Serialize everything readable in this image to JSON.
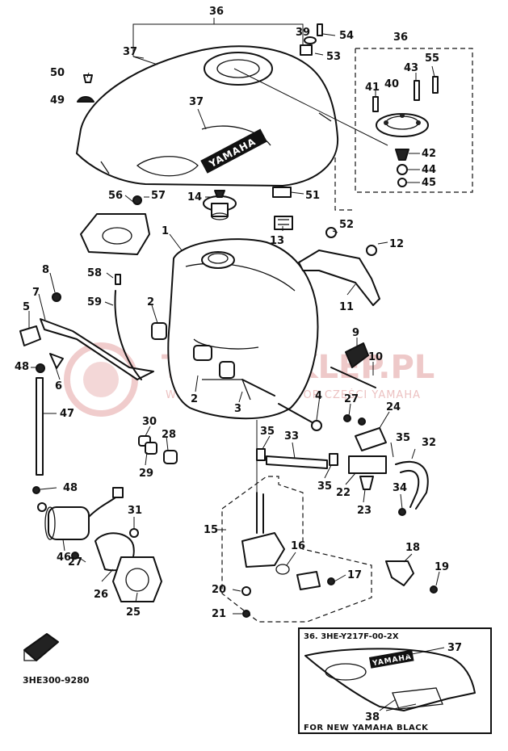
{
  "watermark": {
    "main": "TAKA-SKLEP.PL",
    "sub": "WYŁĄCZNY DYSTRYBUTOR CZĘŚCI YAMAHA"
  },
  "brand_mark": "YAMAHA",
  "callouts": [
    {
      "id": "c36a",
      "label": "36"
    },
    {
      "id": "c37a",
      "label": "37"
    },
    {
      "id": "c37b",
      "label": "37"
    },
    {
      "id": "c39",
      "label": "39"
    },
    {
      "id": "c54",
      "label": "54"
    },
    {
      "id": "c53",
      "label": "53"
    },
    {
      "id": "c50",
      "label": "50"
    },
    {
      "id": "c49",
      "label": "49"
    },
    {
      "id": "c36b",
      "label": "36"
    },
    {
      "id": "c43",
      "label": "43"
    },
    {
      "id": "c55",
      "label": "55"
    },
    {
      "id": "c41",
      "label": "41"
    },
    {
      "id": "c40",
      "label": "40"
    },
    {
      "id": "c42",
      "label": "42"
    },
    {
      "id": "c44",
      "label": "44"
    },
    {
      "id": "c45",
      "label": "45"
    },
    {
      "id": "c56",
      "label": "56"
    },
    {
      "id": "c57",
      "label": "57"
    },
    {
      "id": "c14",
      "label": "14"
    },
    {
      "id": "c51",
      "label": "51"
    },
    {
      "id": "c52",
      "label": "52"
    },
    {
      "id": "c13",
      "label": "13"
    },
    {
      "id": "c12",
      "label": "12"
    },
    {
      "id": "c1",
      "label": "1"
    },
    {
      "id": "c11",
      "label": "11"
    },
    {
      "id": "c8",
      "label": "8"
    },
    {
      "id": "c58",
      "label": "58"
    },
    {
      "id": "c7",
      "label": "7"
    },
    {
      "id": "c59",
      "label": "59"
    },
    {
      "id": "c5",
      "label": "5"
    },
    {
      "id": "c2a",
      "label": "2"
    },
    {
      "id": "c9",
      "label": "9"
    },
    {
      "id": "c10",
      "label": "10"
    },
    {
      "id": "c48a",
      "label": "48"
    },
    {
      "id": "c6",
      "label": "6"
    },
    {
      "id": "c2b",
      "label": "2"
    },
    {
      "id": "c3",
      "label": "3"
    },
    {
      "id": "c4",
      "label": "4"
    },
    {
      "id": "c27a",
      "label": "27"
    },
    {
      "id": "c24",
      "label": "24"
    },
    {
      "id": "c47",
      "label": "47"
    },
    {
      "id": "c30",
      "label": "30"
    },
    {
      "id": "c28",
      "label": "28"
    },
    {
      "id": "c35a",
      "label": "35"
    },
    {
      "id": "c33",
      "label": "33"
    },
    {
      "id": "c35b",
      "label": "35"
    },
    {
      "id": "c32",
      "label": "32"
    },
    {
      "id": "c29",
      "label": "29"
    },
    {
      "id": "c35c",
      "label": "35"
    },
    {
      "id": "c22",
      "label": "22"
    },
    {
      "id": "c34",
      "label": "34"
    },
    {
      "id": "c48b",
      "label": "48"
    },
    {
      "id": "c23",
      "label": "23"
    },
    {
      "id": "c31",
      "label": "31"
    },
    {
      "id": "c15",
      "label": "15"
    },
    {
      "id": "c16",
      "label": "16"
    },
    {
      "id": "c18",
      "label": "18"
    },
    {
      "id": "c46",
      "label": "46"
    },
    {
      "id": "c17",
      "label": "17"
    },
    {
      "id": "c19",
      "label": "19"
    },
    {
      "id": "c27b",
      "label": "27"
    },
    {
      "id": "c26",
      "label": "26"
    },
    {
      "id": "c20",
      "label": "20"
    },
    {
      "id": "c25",
      "label": "25"
    },
    {
      "id": "c21",
      "label": "21"
    }
  ],
  "inset": {
    "title": "36.  3HE-Y217F-00-2X",
    "callout_37": "37",
    "callout_38": "38",
    "note": "FOR NEW YAMAHA BLACK"
  },
  "drawing_number": "3HE300-9280"
}
